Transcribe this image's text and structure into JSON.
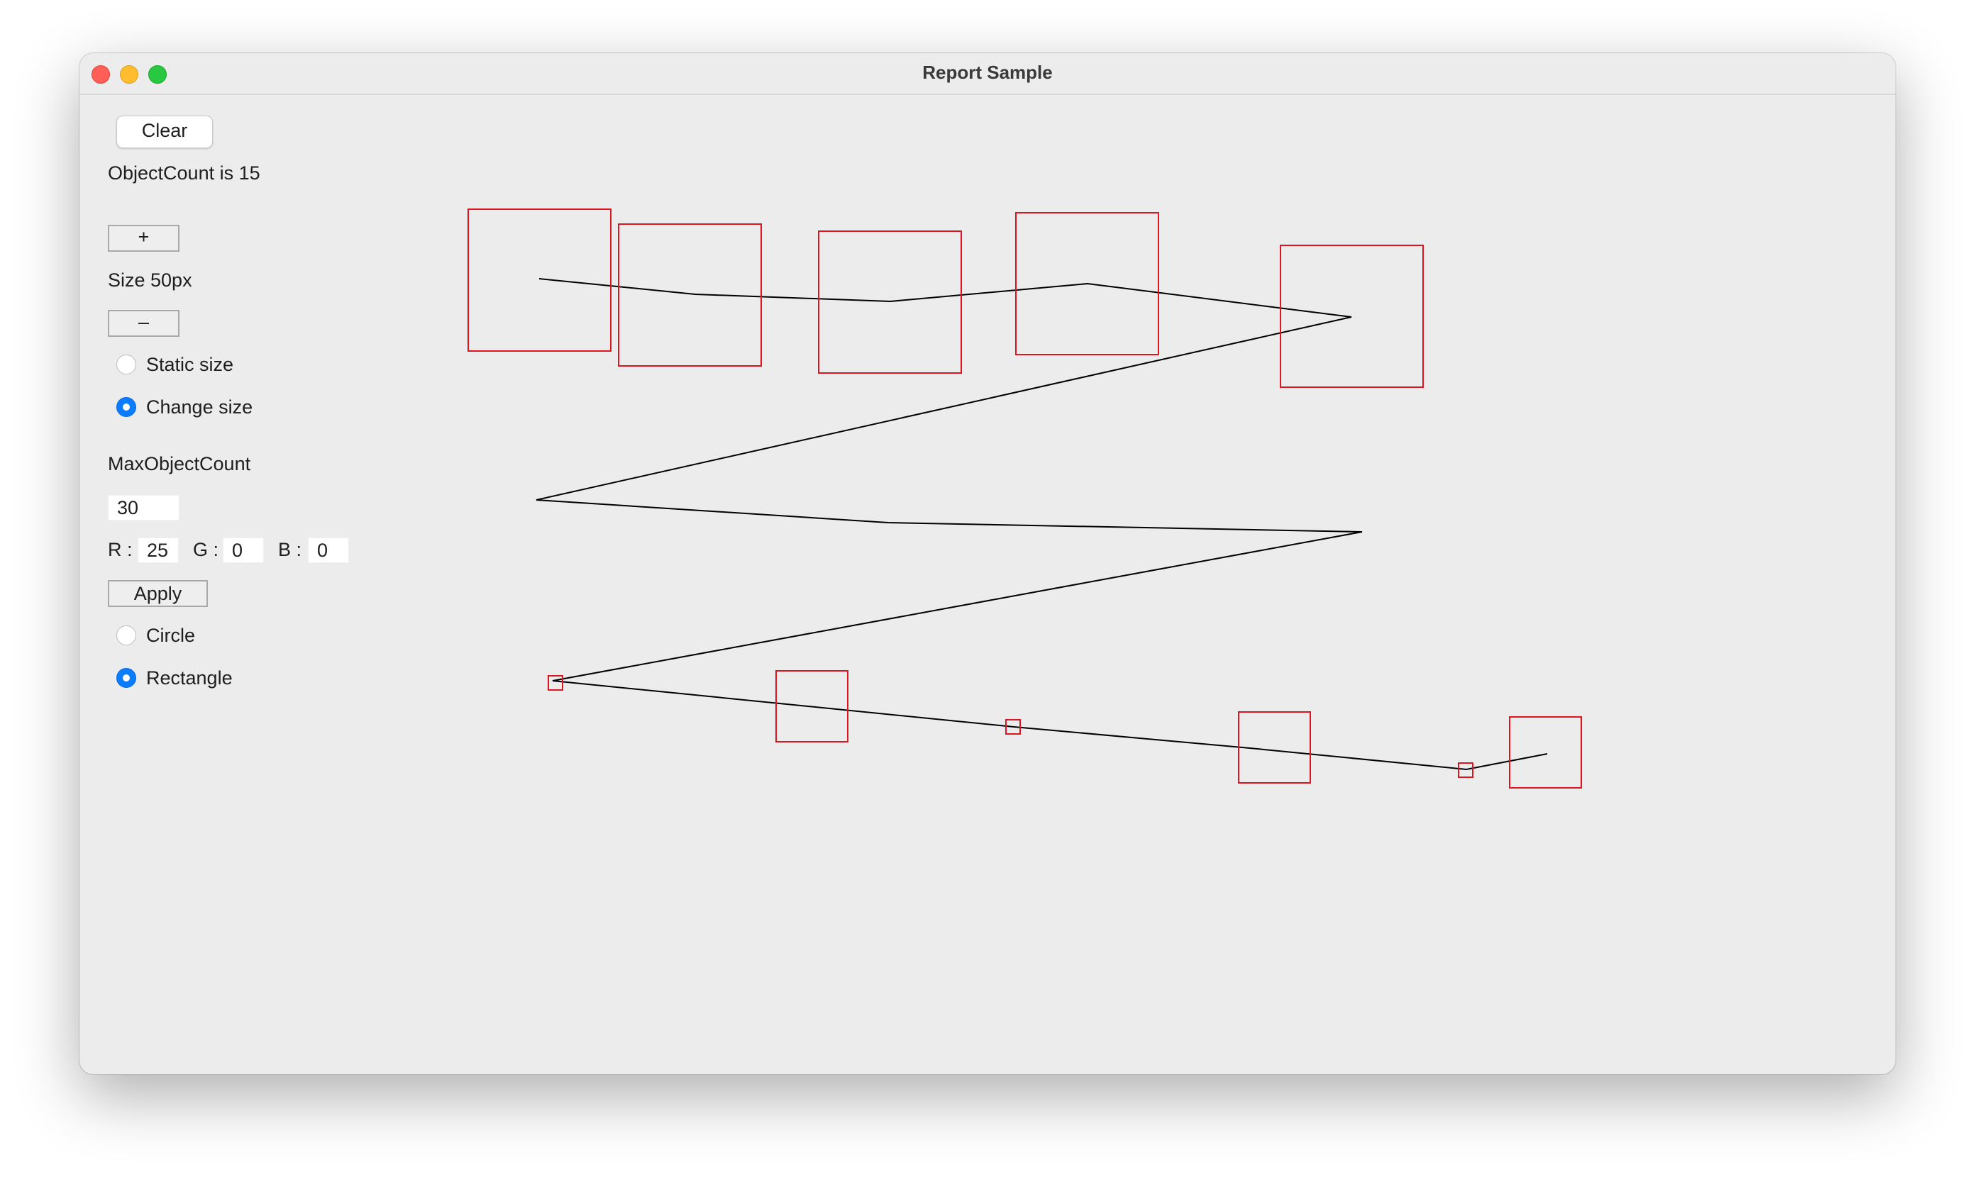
{
  "window": {
    "title": "Report Sample"
  },
  "controls": {
    "clear_label": "Clear",
    "object_count_text": "ObjectCount is 15",
    "plus_label": "+",
    "size_text": "Size 50px",
    "minus_label": "–",
    "size_mode": {
      "static_label": "Static size",
      "change_label": "Change size",
      "selected": "Change size"
    },
    "max_object_count_label": "MaxObjectCount",
    "max_object_count_value": "30",
    "rgb": {
      "r_label": "R :",
      "r_value": "25",
      "g_label": "G :",
      "g_value": "0",
      "b_label": "B :",
      "b_value": "0"
    },
    "apply_label": "Apply",
    "shape": {
      "circle_label": "Circle",
      "rectangle_label": "Rectangle",
      "selected": "Rectangle"
    }
  },
  "colors": {
    "shape_stroke": "#e0141e",
    "path_stroke": "#000000",
    "accent": "#0a7cff"
  }
}
